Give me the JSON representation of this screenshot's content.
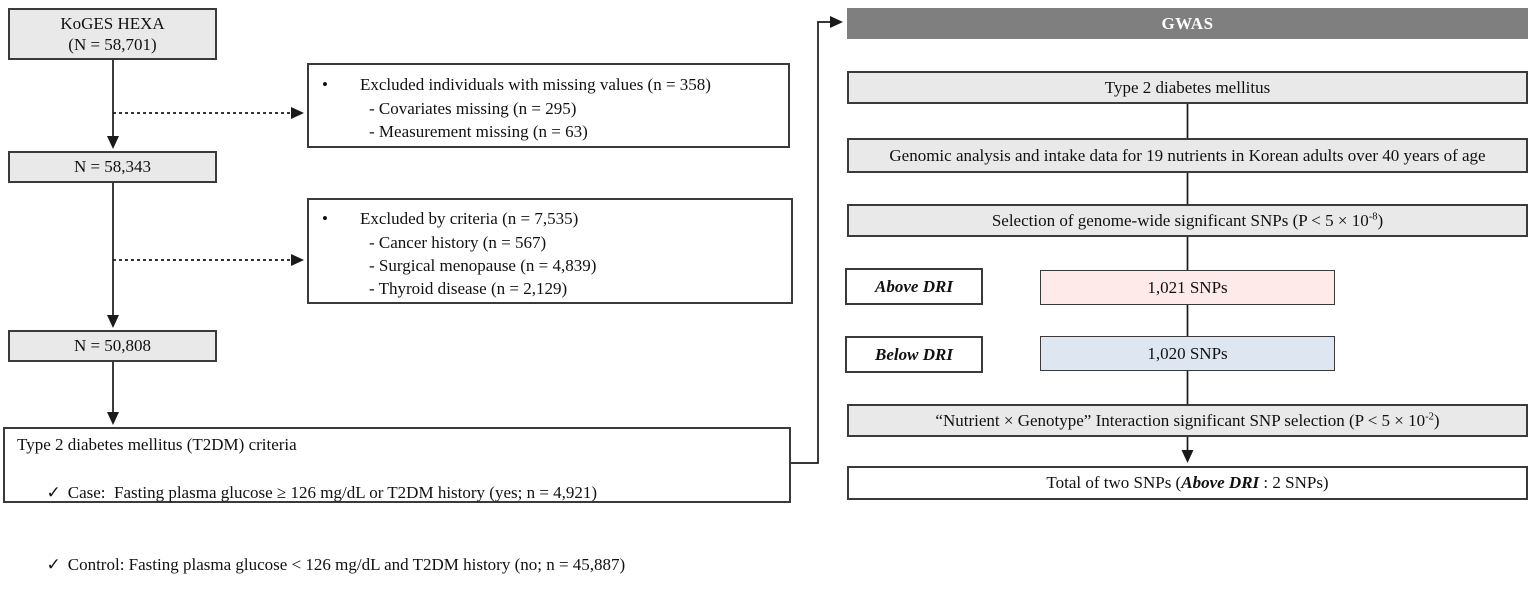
{
  "colors": {
    "header_bg": "#7f7f7f",
    "header_text": "#ffffff",
    "gray_fill": "#e9e9e9",
    "pink_fill": "#fdeae9",
    "blue_fill": "#dde6f1",
    "border": "#3a3a3a"
  },
  "left": {
    "cohort": {
      "name": "KoGES HEXA",
      "n": "(N = 58,701)"
    },
    "n_after_missing": "N = 58,343",
    "n_after_criteria": "N = 50,808",
    "exclusion1": {
      "bullet": "•",
      "title": "Excluded individuals with missing values (n = 358)",
      "items": [
        "- Covariates missing (n = 295)",
        "- Measurement missing (n = 63)"
      ]
    },
    "exclusion2": {
      "bullet": "•",
      "title": "Excluded by criteria (n = 7,535)",
      "items": [
        "- Cancer history (n = 567)",
        "- Surgical menopause (n = 4,839)",
        "- Thyroid disease (n = 2,129)"
      ]
    },
    "criteria": {
      "title": "Type 2 diabetes mellitus (T2DM) criteria",
      "check": "✓",
      "case": "Case:  Fasting plasma glucose ≥ 126 mg/dL or T2DM history (yes; n = 4,921)",
      "control": "Control: Fasting plasma glucose < 126 mg/dL and T2DM history (no; n = 45,887)"
    }
  },
  "right": {
    "header": "GWAS",
    "step_trait": "Type 2 diabetes mellitus",
    "step_data": "Genomic analysis and intake data for 19 nutrients in Korean adults over 40 years of age",
    "step_selection": {
      "main": "Selection of genome-wide significant SNPs (P < 5 × 10",
      "sup": "-8",
      "close": ")"
    },
    "above": {
      "label": "Above DRI",
      "value": "1,021 SNPs"
    },
    "below": {
      "label": "Below DRI",
      "value": "1,020 SNPs"
    },
    "step_interaction": {
      "main": "“Nutrient × Genotype” Interaction significant SNP selection (P < 5 × 10",
      "sup": "-2",
      "close": ")"
    },
    "final": {
      "pre": "Total of two SNPs (",
      "emphasis": "Above DRI",
      "post": " : 2 SNPs)"
    }
  }
}
